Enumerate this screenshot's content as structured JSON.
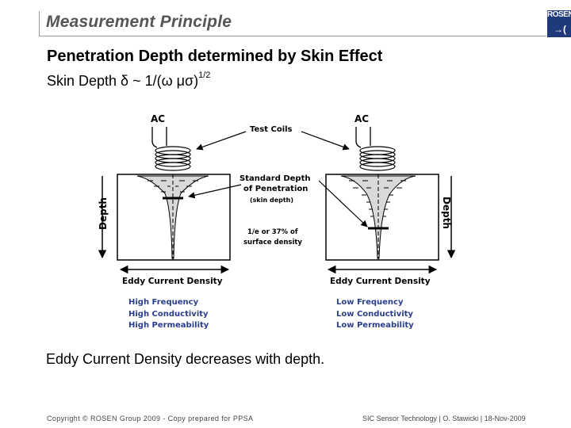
{
  "header": {
    "title": "Measurement Principle",
    "logo_text": "ROSEN",
    "logo_mark": "→("
  },
  "heading": "Penetration Depth determined by Skin Effect",
  "formula": {
    "base": "Skin Depth δ ~ 1/(ω μσ)",
    "exponent": "1/2"
  },
  "figure": {
    "ac_left": "AC",
    "ac_right": "AC",
    "test_coils": "Test Coils",
    "std_depth_line1": "Standard Depth",
    "std_depth_line2": "of Penetration",
    "std_depth_line3": "(skin depth)",
    "pct_line1": "1/e or 37% of",
    "pct_line2": "surface density",
    "depth_left": "Depth",
    "depth_right": "Depth",
    "eddy_left": "Eddy Current Density",
    "eddy_right": "Eddy Current Density",
    "left_props": [
      "High Frequency",
      "High Conductivity",
      "High Permeability"
    ],
    "right_props": [
      "Low Frequency",
      "Low Conductivity",
      "Low Permeability"
    ],
    "props_color": "#2a3e8c"
  },
  "note": "Eddy Current Density decreases with depth.",
  "footer": {
    "left": "Copyright © ROSEN Group 2009 - Copy prepared for PPSA",
    "right": "SIC Sensor Technology | O. Stawicki | 18-Nov-2009"
  }
}
